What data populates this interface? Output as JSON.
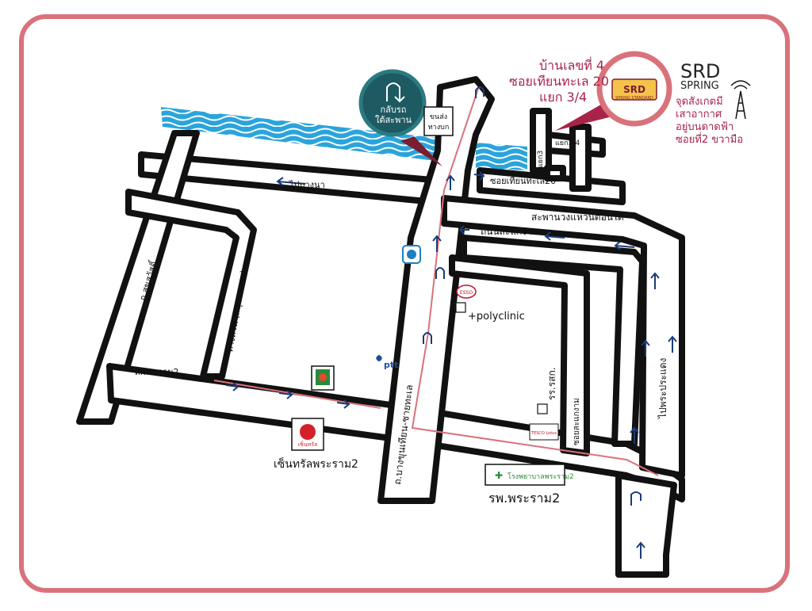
{
  "address": {
    "line1": "บ้านเลขที่ 4",
    "line2": "ซอยเทียนทะเล 20",
    "line3": "แยก 3/4"
  },
  "brand": {
    "name_top": "SRD",
    "name_bottom": "SPRING",
    "note1": "จุดสังเกตมี",
    "note2": "เสาอากาศ",
    "note3": "อยู่บนดาดฟ้า",
    "note4": "ซอยที่2 ขวามือ",
    "logo_text": "SRD",
    "logo_sub": "SPRING STANDARD"
  },
  "uturn_bubble": {
    "line1": "กลับรถ",
    "line2": "ใต้สะพาน"
  },
  "roads": {
    "pai_bangna": "ไปบางนา",
    "soi_tientalay20": "ซอยเทียนทะเล20",
    "yaek3": "แยก3",
    "yaek34": "แยก3-4",
    "bridge_south": "สะพานวงแหวนตอนใต้",
    "samae_dam_road": "ถนนสะแกงาม",
    "suksawat": "ถ.สุขสวัสดิ์",
    "expressway": "ทางด่วน (สมุทรสาคร)",
    "rama2": "ถ.พระราม2",
    "bangkhunthian": "ถ.บางขุนเทียน-ชายทะเล",
    "soi_samaedam": "ซอยสะแกงาม",
    "pai_prapadaeng": "ไปพระประแดง",
    "khonsong": "ขนส่ง",
    "thangbok": "ทางบก"
  },
  "landmarks": {
    "polyclinic": "+polyclinic",
    "school": "รร.รสก.",
    "central_name": "เซ็นทรัลพระราม2",
    "central_logo": "เซ็นทรัล",
    "hospital_name": "รพ.พระราม2",
    "hospital_logo": "โรงพยาบาลพระราม2",
    "esso": "ESSO",
    "ptt": "ptt",
    "tesco": "TESCO Lotus"
  },
  "colors": {
    "frame": "#d9727b",
    "water": "#2ba4dc",
    "accent": "#a8234a",
    "bubble": "#1e5a62",
    "arrow": "#1a3c78",
    "route": "#d9727b"
  },
  "icons": [
    "u-turn-icon",
    "antenna-tower-icon",
    "up-arrow-icon",
    "left-arrow-icon",
    "right-arrow-icon",
    "u-turn-arrow-icon"
  ]
}
